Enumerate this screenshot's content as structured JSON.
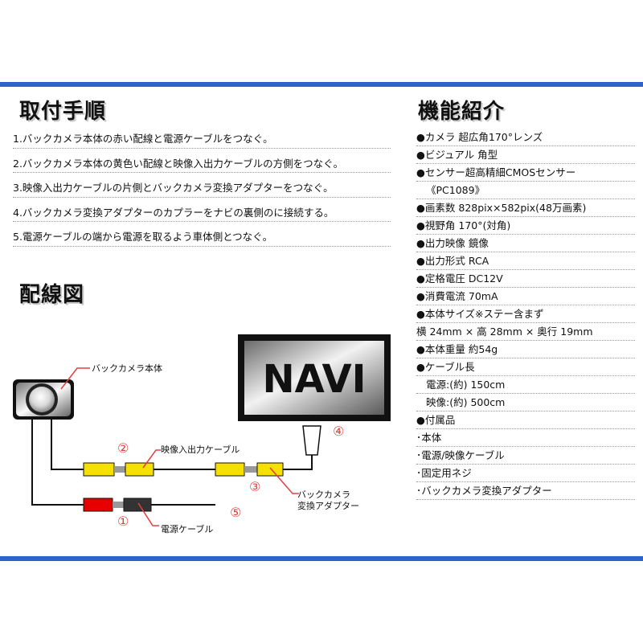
{
  "left_heading": "取付手順",
  "right_heading": "機能紹介",
  "diagram_heading": "配線図",
  "steps": [
    "1.バックカメラ本体の赤い配線と電源ケーブルをつなぐ。",
    "2.バックカメラ本体の黄色い配線と映像入出力ケーブルの方側をつなぐ。",
    "3.映像入出力ケーブルの片側とバックカメラ変換アダプターをつなぐ。",
    "4.バックカメラ変換アダプターのカプラーをナビの裏側のに接続する。",
    "5.電源ケーブルの端から電源を取るよう車体側とつなぐ。"
  ],
  "specs": [
    "●カメラ 超広角170°レンズ",
    "●ビジュアル 角型",
    "●センサー超高精細CMOSセンサー",
    "《PC1089》",
    "●画素数 828pix×582pix(48万画素)",
    "●視野角  170°(対角)",
    "●出力映像 鏡像",
    "●出力形式 RCA",
    "●定格電圧 DC12V",
    "●消費電流  70mA",
    "●本体サイズ※ステー含まず",
    "横 24mm × 高 28mm × 奥行 19mm",
    "●本体重量  約54g",
    "●ケーブル長",
    "電源:(約) 150cm",
    "映像:(約) 500cm",
    "●付属品",
    "･本体",
    "･電源/映像ケーブル",
    "･固定用ネジ",
    "･バックカメラ変換アダプター"
  ],
  "diagram": {
    "navi_label": "NAVI",
    "camera_label": "バックカメラ本体",
    "video_cable_label": "映像入出力ケーブル",
    "adapter_label_1": "バックカメラ",
    "adapter_label_2": "変換アダプター",
    "power_cable_label": "電源ケーブル",
    "markers": [
      "①",
      "②",
      "③",
      "④",
      "⑤"
    ]
  },
  "colors": {
    "frame_blue": "#2e63c8",
    "marker_red": "#e04040",
    "yellow_plug": "#f5e000",
    "red_plug": "#e60000"
  }
}
